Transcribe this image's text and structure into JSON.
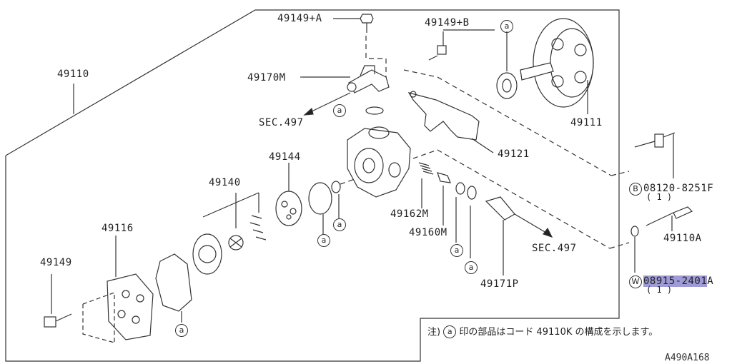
{
  "parts": {
    "p49149a": "49149+A",
    "p49149b": "49149+B",
    "p49170m": "49170M",
    "p49110": "49110",
    "p49111": "49111",
    "p49121": "49121",
    "p49144": "49144",
    "p49140": "49140",
    "p49116": "49116",
    "p49149": "49149",
    "p49162m": "49162M",
    "p49160m": "49160M",
    "p49171p": "49171P",
    "p49110a": "49110A",
    "sec497_top": "SEC.497",
    "sec497_right": "SEC.497"
  },
  "fasteners": {
    "b_marker": "B",
    "b_code": "08120-8251F",
    "b_qty": "( 1 )",
    "w_marker": "W",
    "w_code_highlighted": "08915-2401",
    "w_code_suffix": "A",
    "w_qty": "( 1 )"
  },
  "markers": {
    "a": "a"
  },
  "note": {
    "prefix": "注)",
    "marker": "a",
    "text": "印の部品はコード 49110K の構成を示します。"
  },
  "figure_id": "A490A168"
}
